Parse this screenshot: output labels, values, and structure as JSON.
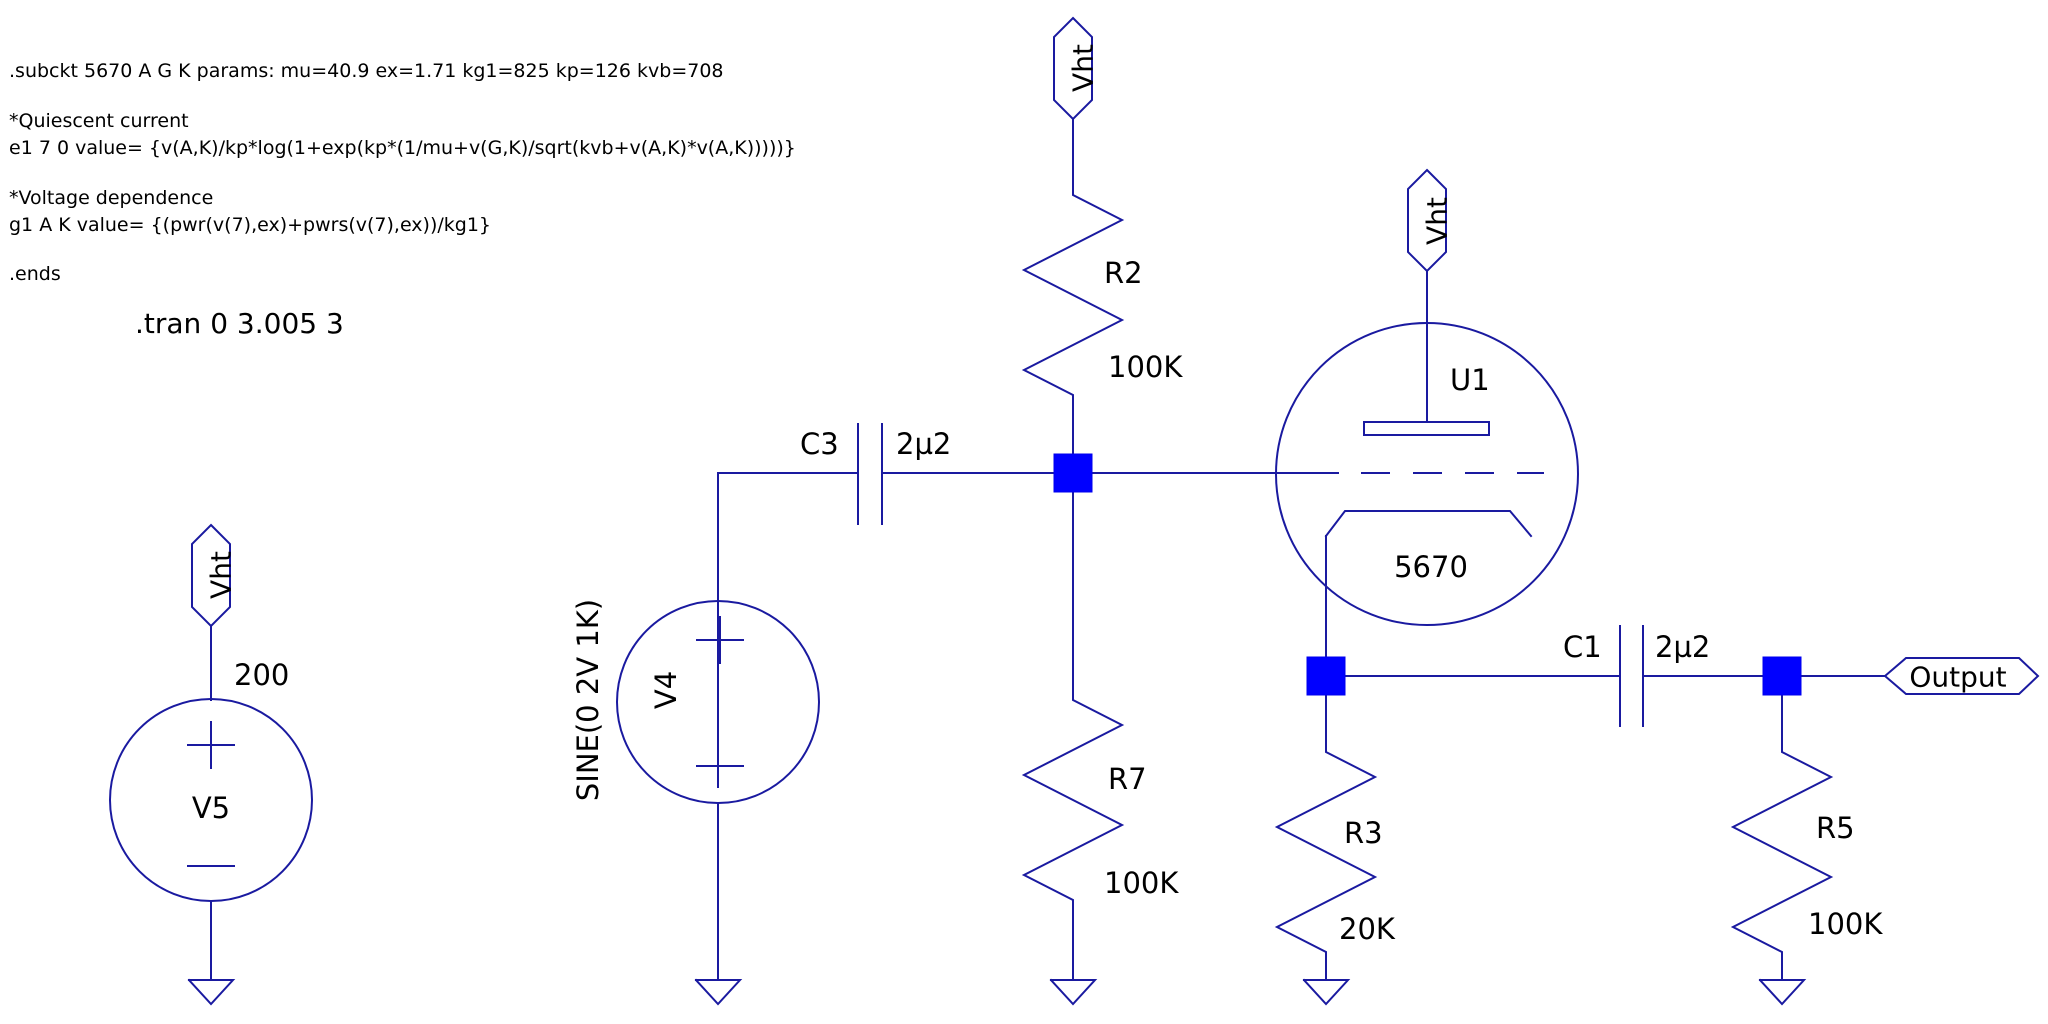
{
  "spice_directives": {
    "subckt": ".subckt 5670 A G K  params: mu=40.9 ex=1.71 kg1=825 kp=126 kvb=708",
    "comment_quiescent": "*Quiescent current",
    "e1_line": "e1 7 0 value= {v(A,K)/kp*log(1+exp(kp*(1/mu+v(G,K)/sqrt(kvb+v(A,K)*v(A,K)))))}",
    "comment_voltage": "*Voltage dependence",
    "g1_line": "g1 A K value= {(pwr(v(7),ex)+pwrs(v(7),ex))/kg1}",
    "ends": ".ends",
    "tran": ".tran 0 3.005 3"
  },
  "net_labels": {
    "vht": "Vht",
    "output": "Output"
  },
  "components": {
    "r2": {
      "name": "R2",
      "value": "100K"
    },
    "r7": {
      "name": "R7",
      "value": "100K"
    },
    "r3": {
      "name": "R3",
      "value": "20K"
    },
    "r5": {
      "name": "R5",
      "value": "100K"
    },
    "c3": {
      "name": "C3",
      "value": "2µ2"
    },
    "c1": {
      "name": "C1",
      "value": "2µ2"
    },
    "u1": {
      "name": "U1",
      "value": "5670"
    },
    "v4": {
      "name": "V4",
      "value": "SINE(0 2V 1K)"
    },
    "v5": {
      "name": "V5",
      "value": "200"
    }
  },
  "colors": {
    "wire": "#1a1aa0",
    "junction": "#0000ff",
    "text": "#000000",
    "background": "#ffffff"
  }
}
